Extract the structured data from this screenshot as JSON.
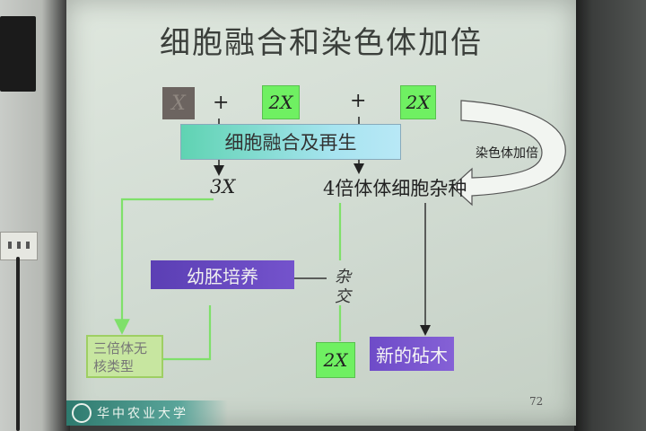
{
  "slide": {
    "title": "细胞融合和染色体加倍",
    "boxes": {
      "x1": "X",
      "x2": "2X",
      "x3": "2X",
      "x4": "2X"
    },
    "plus": "+",
    "fusion_label": "细胞融合及再生",
    "triploid_result": "3X",
    "tetraploid_result": "4倍体体细胞杂种",
    "doubling_label": "染色体加倍",
    "embryo_culture": "幼胚培养",
    "cross_label": "杂交",
    "triploid_type": "三倍体无核类型",
    "new_rootstock": "新的砧木",
    "page_number": "72",
    "footer_university": "华中农业大学"
  },
  "colors": {
    "green_box": "#6ff062",
    "purple_box": "#6e4bc8",
    "fusion_gradient_start": "#5fd3b2",
    "slide_background": "#d3ddd4"
  }
}
